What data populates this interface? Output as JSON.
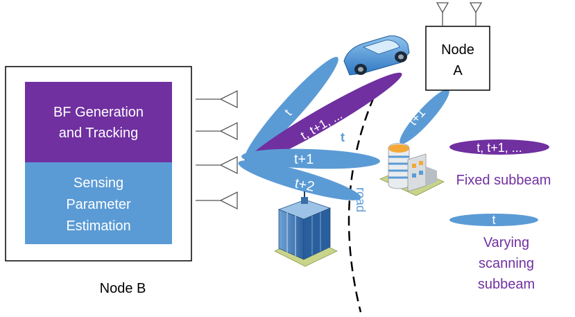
{
  "node_b": {
    "label": "Node B",
    "bf_block": {
      "line1": "BF Generation",
      "line2": "and Tracking"
    },
    "sensing_block": {
      "line1": "Sensing",
      "line2": "Parameter",
      "line3": "Estimation"
    }
  },
  "node_a": {
    "line1": "Node",
    "line2": "A"
  },
  "beams": {
    "t_upper": "t",
    "fixed": "t, t+1, ...",
    "t_mid": "t",
    "t_plus_1": "t+1",
    "t_plus_2": "t+2",
    "to_node_a": "t+1"
  },
  "road_label": "road",
  "legend": {
    "fixed_text": "t, t+1, ...",
    "fixed_label": "Fixed subbeam",
    "varying_text": "t",
    "varying_line1": "Varying",
    "varying_line2": "scanning",
    "varying_line3": "subbeam"
  },
  "colors": {
    "purple": "#7030A0",
    "blue": "#5B9BD5",
    "text_purple": "#7030A0"
  },
  "icons": [
    "antenna-icon",
    "car-icon",
    "building-icon",
    "skyscraper-icon"
  ]
}
